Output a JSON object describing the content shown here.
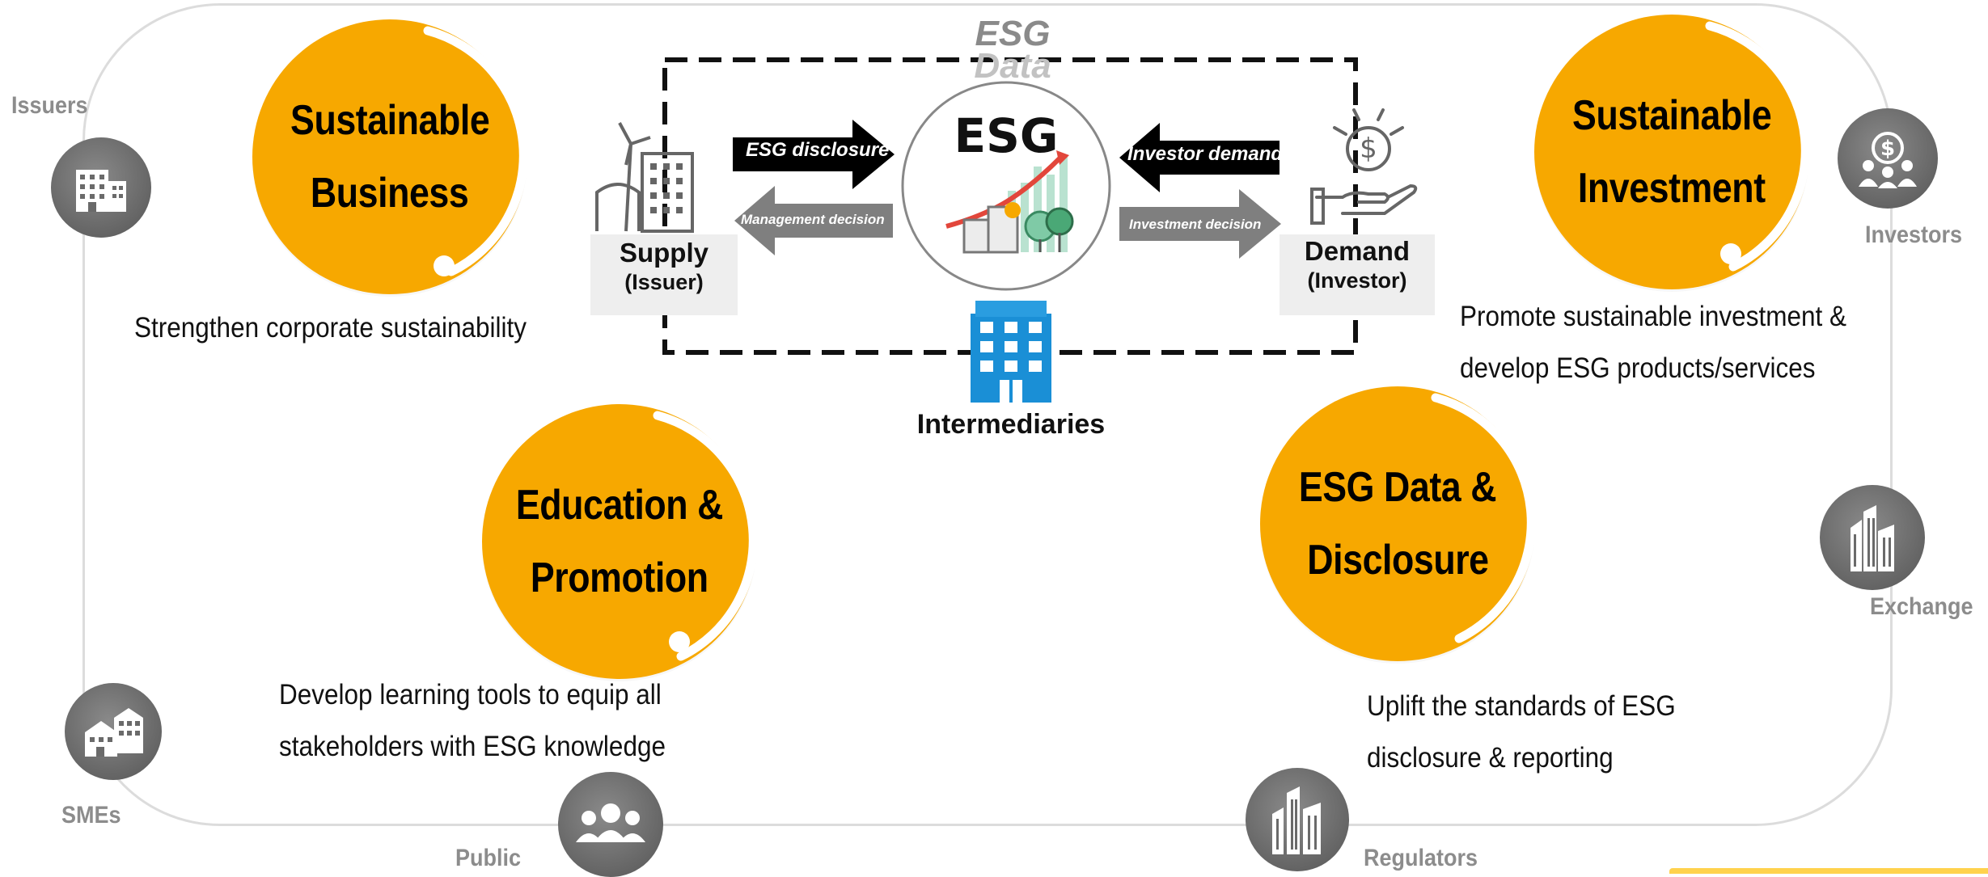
{
  "pillars": [
    {
      "id": "sustainable-business",
      "line1": "Sustainable",
      "line2": "Business",
      "description": [
        "Strengthen corporate sustainability"
      ]
    },
    {
      "id": "sustainable-investment",
      "line1": "Sustainable",
      "line2": "Investment",
      "description": [
        "Promote sustainable investment &",
        "develop ESG products/services"
      ]
    },
    {
      "id": "education-promotion",
      "line1": "Education &",
      "line2": "Promotion",
      "description": [
        "Develop learning tools to equip all",
        "stakeholders with ESG knowledge"
      ]
    },
    {
      "id": "esg-data-disclosure",
      "line1": "ESG Data &",
      "line2": "Disclosure",
      "description": [
        "Uplift the standards of ESG",
        "disclosure & reporting"
      ]
    }
  ],
  "stakeholders": {
    "issuers": "Issuers",
    "investors": "Investors",
    "exchange": "Exchange",
    "smes": "SMEs",
    "public": "Public",
    "regulators": "Regulators"
  },
  "ecosystem": {
    "box_title_line1": "ESG",
    "box_title_line2": "Data",
    "center": "ESG",
    "supply_line1": "Supply",
    "supply_line2": "(Issuer)",
    "demand_line1": "Demand",
    "demand_line2": "(Investor)",
    "intermediaries": "Intermediaries",
    "arrow_esg_disclosure": "ESG disclosure",
    "arrow_management_decision": "Management decision",
    "arrow_investor_demand": "Investor demand",
    "arrow_investment_decision": "Investment decision"
  },
  "colors": {
    "pillar": "#f7a800",
    "stakeholder_icon": "#6d6d6d",
    "stakeholder_label": "#8c8c8c",
    "arrow_dark": "#000000",
    "arrow_grey": "#7f7f7f",
    "intermediaries_blue": "#1a8fd6"
  }
}
